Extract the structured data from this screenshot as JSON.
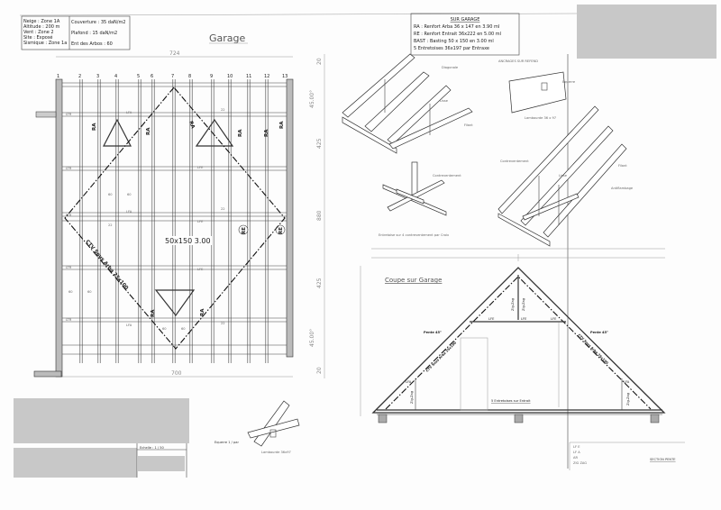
{
  "site_info": {
    "neige": "Neige : Zone 1A",
    "altitude": "Altitude : 200 m",
    "vent": "Vent : Zone 2",
    "site": "Site : Exposé",
    "sismique": "Sismique : Zone 1a",
    "couverture": "Couverture : 35 daN/m2",
    "plafond": "Plafond :   15 daN/m2",
    "entraxe": "Ent des Arbos : 60"
  },
  "plan": {
    "title": "Garage",
    "dim_top": "724",
    "dim_bottom": "700",
    "dims_right": [
      "20",
      "425",
      "880",
      "425",
      "20"
    ],
    "angle_labels": [
      "45.00°",
      "45.00°"
    ],
    "columns": [
      "1",
      "2",
      "3",
      "4",
      "5",
      "6",
      "7",
      "8",
      "9",
      "10",
      "11",
      "12",
      "13"
    ],
    "row_labels": [
      "LTR",
      "LTR",
      "LTR",
      "LTR",
      "LTR"
    ],
    "lfa": "LFA",
    "lfe": "LFE",
    "ra": "RA",
    "re": "RE",
    "num_22": "22",
    "spacing_60": "60",
    "beam_label": "50x150 3.00",
    "ctv_label": "CTV Sous Arba 25x100"
  },
  "legend": {
    "title": "SUR GARAGE",
    "lines": [
      "RA : Renfort Arba 36 x 147 en 3.90 ml",
      "RE : Renfort Entrait 36x222 en 5.00 ml",
      "BAST : Basting 50 x 150 en 3.00 ml",
      "5 Entretoises 36x197 par Entraxe"
    ]
  },
  "details": {
    "anchors_title": "ANCRAGES SUR REFEND",
    "equerre": "Equerre",
    "lambourde": "Lambourde 36 x 97",
    "diagonale": "Diagonale",
    "lisse": "Lisse",
    "filant": "Filant",
    "contrevent": "Contreventement",
    "antiflambage": "Antiflambage",
    "croix_caption": "Entretoise sur 4 contreventement par Croix",
    "bottom_equerre": "Equerre 1 / par",
    "bottom_lambourde": "Lambourde 36x97"
  },
  "section": {
    "title": "Coupe sur Garage",
    "pente_left": "Pente 45°",
    "pente_right": "Pente 45°",
    "lfe": "LFE",
    "zigzag": "Zig-Zag",
    "ctv": "CTV Sous Arba 25x100",
    "entretoises": "5 Entretoises sur Entrait",
    "lfa": "LFA"
  },
  "footer": {
    "scale": "Echelle : 1 / 50",
    "section_title": "SECTION PENTE",
    "key_codes": [
      "LF E",
      "LF A",
      "AR",
      "ZIG ZAG"
    ]
  }
}
